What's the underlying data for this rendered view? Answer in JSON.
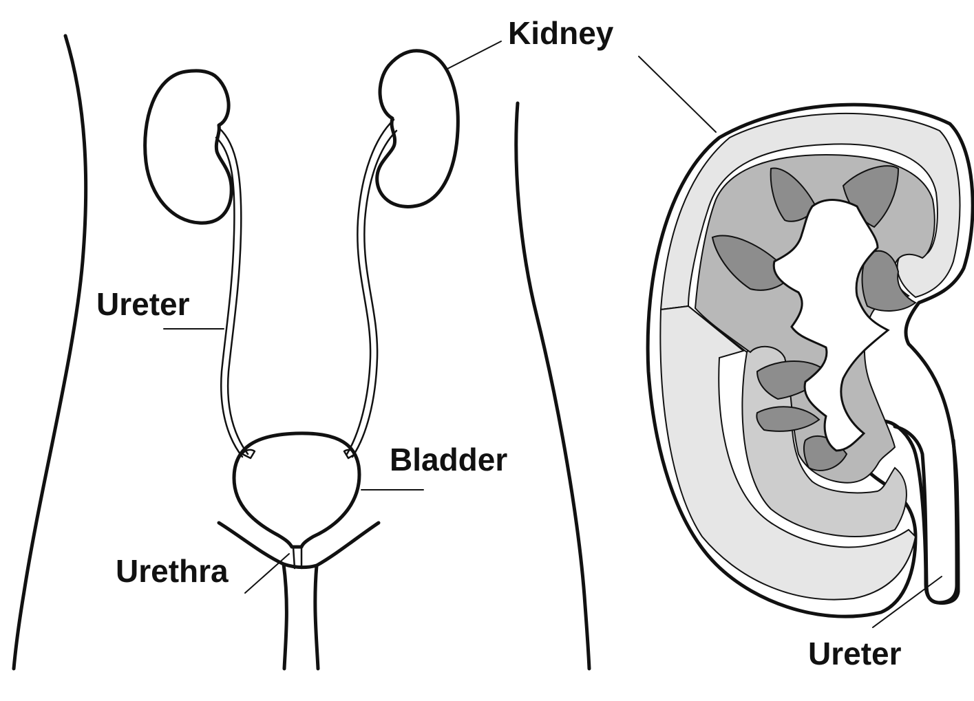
{
  "labels": {
    "kidney": "Kidney",
    "ureter_left": "Ureter",
    "bladder": "Bladder",
    "urethra": "Urethra",
    "ureter_right": "Ureter"
  },
  "colors": {
    "outline": "#111111",
    "organ_fill": "#b4b4b4",
    "organ_light": "#e0e0e0",
    "bladder_fill": "#ececec",
    "cortex": "#e4e4e4",
    "pyramid": "#8f8f8f",
    "medulla": "#c4c4c4",
    "background": "#ffffff"
  }
}
